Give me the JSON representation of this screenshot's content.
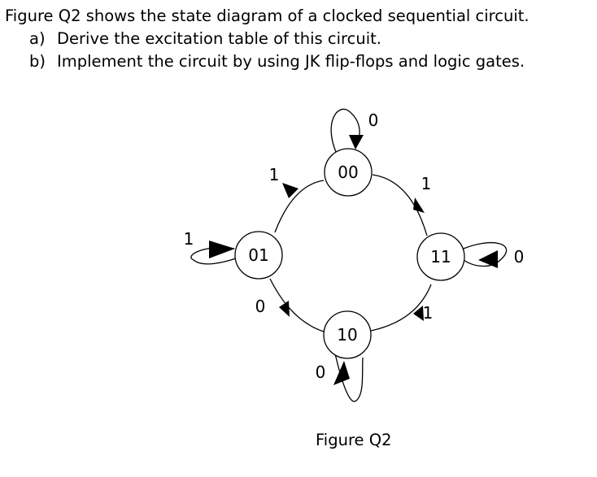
{
  "question": {
    "intro": "Figure Q2 shows the state diagram of a clocked sequential circuit.",
    "part_a_letter": "a)",
    "part_a_text": "Derive the excitation table of this circuit.",
    "part_b_letter": "b)",
    "part_b_text": "Implement the circuit by using JK flip-flops and logic gates."
  },
  "diagram": {
    "states": {
      "s00": "00",
      "s01": "01",
      "s10": "10",
      "s11": "11"
    },
    "transitions": {
      "s00_self": "0",
      "s00_to_s01": "1",
      "s11_to_s00": "1",
      "s01_self": "1",
      "s01_to_s10": "0",
      "s10_to_s11": "1",
      "s10_self": "0",
      "s11_self": "0"
    }
  },
  "caption": "Figure Q2"
}
